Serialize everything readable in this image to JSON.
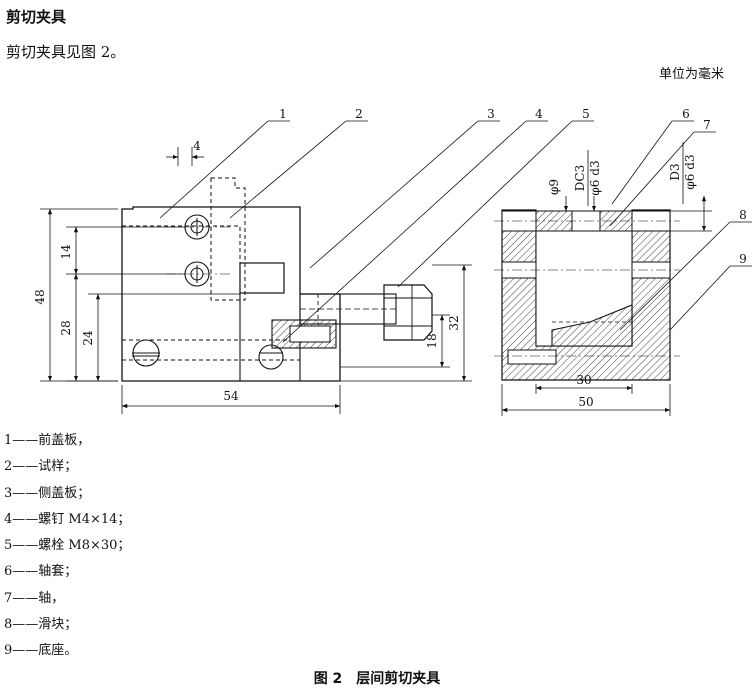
{
  "section_heading": "剪切夹具",
  "intro_text": "剪切夹具见图 2。",
  "unit_note": "单位为毫米",
  "figure": {
    "callout_numbers": [
      "1",
      "2",
      "3",
      "4",
      "5",
      "6",
      "7",
      "8",
      "9"
    ],
    "dimensions": {
      "d4": "4",
      "d48": "48",
      "d14": "14",
      "d28": "28",
      "d24": "24",
      "d54": "54",
      "d32": "32",
      "d18": "18",
      "d30": "30",
      "d50": "50"
    },
    "fit_labels": {
      "phi9": "φ9",
      "fit_c3_num": "DC3",
      "fit_c3_den": "φ6 d3",
      "fit_d3_num": "D3",
      "fit_d3_den": "φ6 d3"
    }
  },
  "legend": [
    "1——前盖板，",
    "2——试样；",
    "3——侧盖板；",
    "4——螺钉 M4×14；",
    "5——螺栓 M8×30；",
    "6——轴套；",
    "7——轴，",
    "8——滑块；",
    "9——底座。"
  ],
  "caption": "图 2　层间剪切夹具"
}
